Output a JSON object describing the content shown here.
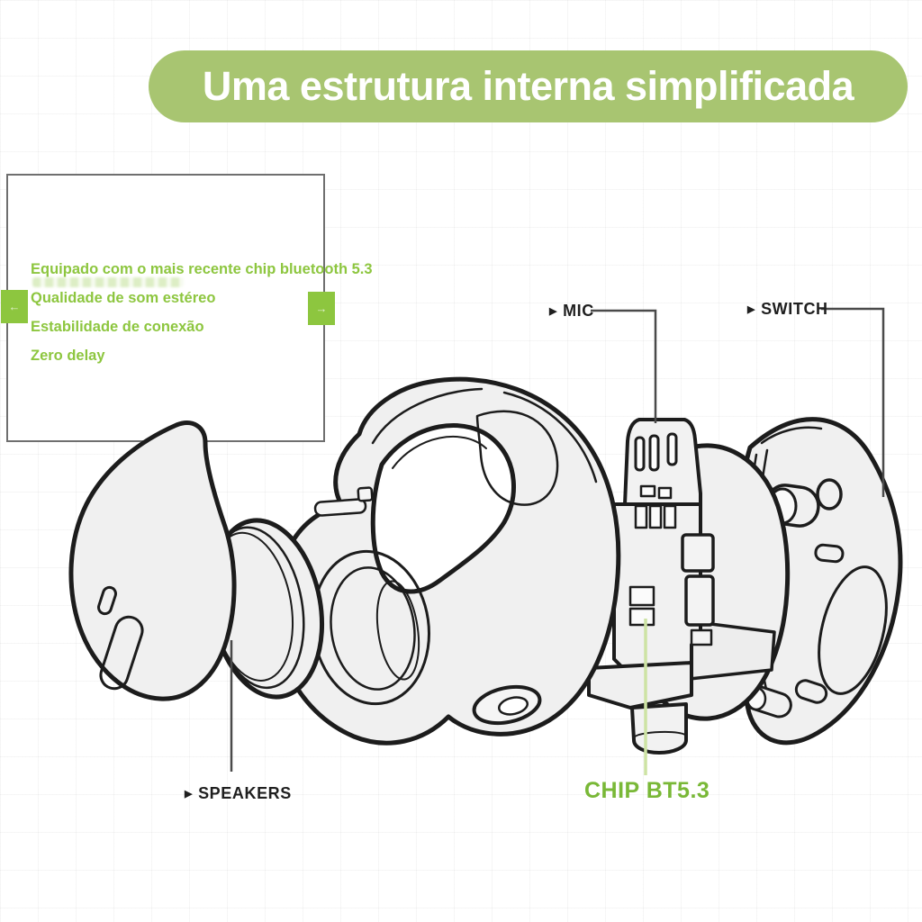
{
  "banner": {
    "title": "Uma estrutura interna simplificada",
    "bg_color": "#a8c571",
    "text_color": "#ffffff"
  },
  "features": {
    "items": [
      {
        "text": "Equipado com o mais recente chip bluetooth 5.3"
      },
      {
        "text": "Qualidade de som estéreo"
      },
      {
        "text": "Estabilidade de conexão"
      },
      {
        "text": "Zero delay"
      }
    ],
    "text_color": "#8dc63f",
    "nav": {
      "prev_glyph": "←",
      "next_glyph": "→",
      "button_color": "#8dc63f"
    }
  },
  "callouts": {
    "mic": {
      "marker": "▶",
      "label": "MIC"
    },
    "switch": {
      "marker": "▶",
      "label": "SWITCH"
    },
    "speakers": {
      "marker": "▶",
      "label": "SPEAKERS"
    },
    "chip": {
      "label": "CHIP BT5.3",
      "color": "#79b837"
    }
  },
  "diagram": {
    "type": "exploded-view",
    "subject": "ear-clip wireless earphone",
    "parts": [
      "ear-tip",
      "speaker-driver",
      "main-body-ear-hook",
      "chip-module",
      "outer-shell"
    ],
    "outline_color": "#1c1c1c",
    "fill_color": "#f0f0f0",
    "callout_line_color": "#4a4a4a",
    "chip_line_color": "#cde3a4"
  }
}
